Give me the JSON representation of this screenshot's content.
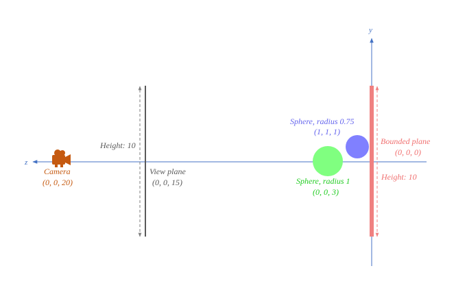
{
  "axes": {
    "y_label": "y",
    "z_label": "z",
    "color": "#4472C4"
  },
  "camera": {
    "name": "Camera",
    "coords": "(0, 0, 20)",
    "color": "#C55A11",
    "icon": "video-camera-icon"
  },
  "view_plane": {
    "name": "View plane",
    "coords": "(0, 0, 15)",
    "height_label": "Height: 10",
    "color": "#595959"
  },
  "sphere_large": {
    "name": "Sphere, radius 1",
    "coords": "(0, 0, 3)",
    "color": "#22CC22",
    "fill": "#80FF80"
  },
  "sphere_small": {
    "name": "Sphere, radius 0.75",
    "coords": "(1, 1, 1)",
    "color": "#6666EE",
    "fill": "#8080FF"
  },
  "bounded_plane": {
    "name": "Bounded plane",
    "coords": "(0, 0, 0)",
    "height_label": "Height: 10",
    "color": "#F08080",
    "text_color": "#F07070"
  }
}
